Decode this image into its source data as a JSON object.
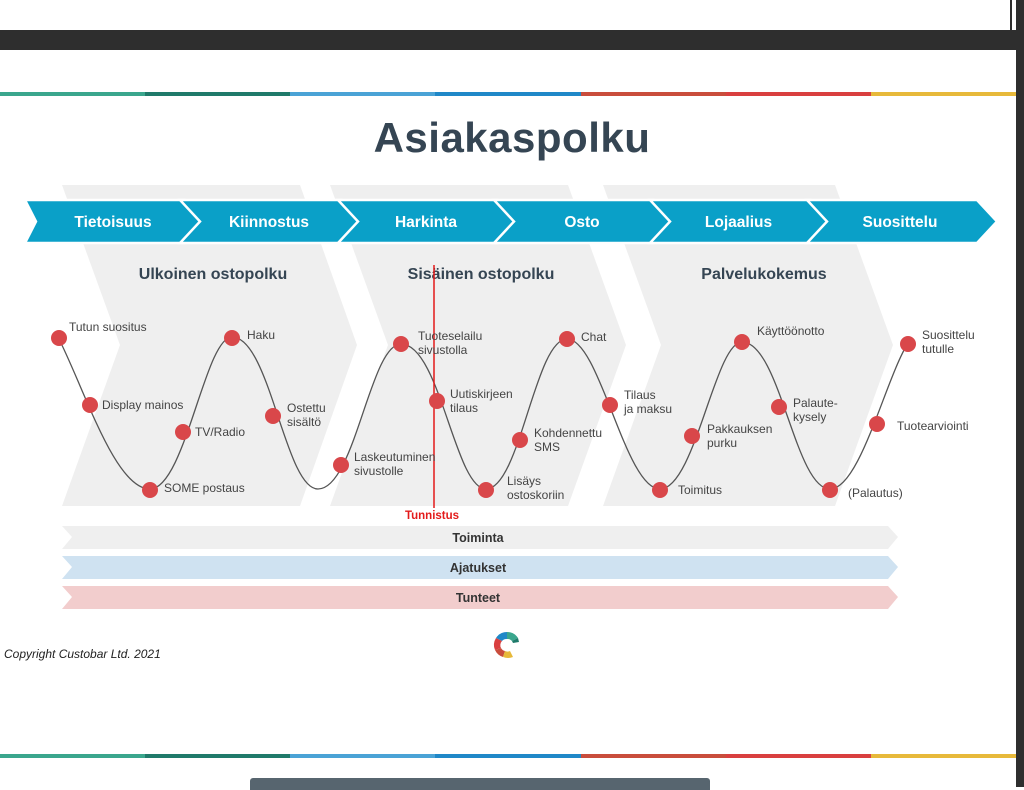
{
  "title": "Asiakaspolku",
  "stages": [
    "Tietoisuus",
    "Kiinnostus",
    "Harkinta",
    "Osto",
    "Lojaalius",
    "Suosittelu"
  ],
  "sections": [
    "Ulkoinen ostopolku",
    "Sisäinen ostopolku",
    "Palvelukokemus"
  ],
  "touchpoints": [
    {
      "label": "Tutun suositus"
    },
    {
      "label": "Display mainos"
    },
    {
      "label": "SOME postaus"
    },
    {
      "label": "TV/Radio"
    },
    {
      "label": "Haku"
    },
    {
      "label": "Ostettu sisältö"
    },
    {
      "label": "Laskeutuminen sivustolle"
    },
    {
      "label": "Tuoteselailu sivustolla"
    },
    {
      "label": "Uutiskirjeen tilaus"
    },
    {
      "label": "Lisäys ostoskoriin"
    },
    {
      "label": "Kohdennettu SMS"
    },
    {
      "label": "Chat"
    },
    {
      "label": "Tilaus ja maksu"
    },
    {
      "label": "Toimitus"
    },
    {
      "label": "Pakkauksen purku"
    },
    {
      "label": "Käyttöönotto"
    },
    {
      "label": "Palaute-kysely"
    },
    {
      "label": "(Palautus)"
    },
    {
      "label": "Tuotearviointi"
    },
    {
      "label": "Suosittelu tutulle"
    }
  ],
  "marker_label": "Tunnistus",
  "bands": [
    "Toiminta",
    "Ajatukset",
    "Tunteet"
  ],
  "copyright": "Copyright Custobar Ltd. 2021",
  "colors": {
    "stage_blue": "#0aa0c8",
    "dot_red": "#d9474a",
    "marker_red": "#e31a1a",
    "band_toiminta": "#efefef",
    "band_ajatukset": "#cfe2f1",
    "band_tunteet": "#f2cdcd",
    "title": "#354553"
  }
}
